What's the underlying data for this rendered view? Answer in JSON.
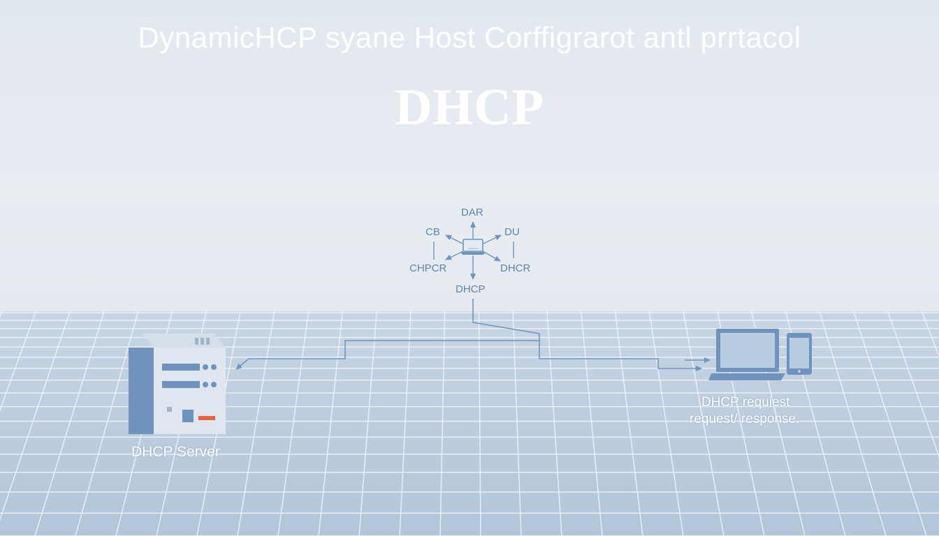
{
  "header": {
    "title": "DynamicHCP syane Host Corffigrarot antl prrtacol",
    "subtitle": "DHCP"
  },
  "hub": {
    "labels": {
      "top": "DAR",
      "upper_left": "CB",
      "upper_right": "DU",
      "lower_left": "CHPCR",
      "lower_right": "DHCR",
      "bottom": "DHCP"
    }
  },
  "server": {
    "label": "DHCP Server"
  },
  "client": {
    "label_line1": "DHCP requiest",
    "label_line2": "request/ response."
  },
  "colors": {
    "line": "#6f94bd",
    "server_body": "#dfe6ef",
    "server_side": "#6f93bd",
    "server_accent": "#e8643e",
    "device": "#6f93bd",
    "device_screen": "#b9cde2",
    "floor": "#b8c9dc",
    "floor_grid": "#f3f6fa"
  },
  "icons": {
    "server": "server-icon",
    "hub": "laptop-hub-icon",
    "laptop": "laptop-icon",
    "phone": "phone-icon"
  }
}
